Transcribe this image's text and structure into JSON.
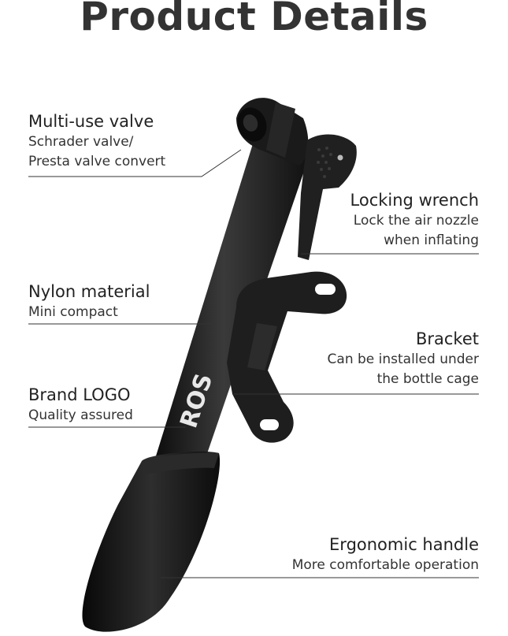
{
  "title": "Product Details",
  "brand_logo_text": "ROS",
  "features": {
    "valve": {
      "name": "Multi-use valve",
      "desc1": "Schrader valve/",
      "desc2": "Presta valve convert"
    },
    "wrench": {
      "name": "Locking wrench",
      "desc1": "Lock the air nozzle",
      "desc2": "when inflating"
    },
    "nylon": {
      "name": "Nylon material",
      "desc1": "Mini compact"
    },
    "bracket": {
      "name": "Bracket",
      "desc1": "Can be installed under",
      "desc2": "the bottle cage"
    },
    "logo": {
      "name": "Brand LOGO",
      "desc1": "Quality assured"
    },
    "handle": {
      "name": "Ergonomic handle",
      "desc1": "More comfortable operation"
    }
  },
  "colors": {
    "pump_body": "#1c1c1c",
    "line": "#333333",
    "background": "#ffffff"
  }
}
